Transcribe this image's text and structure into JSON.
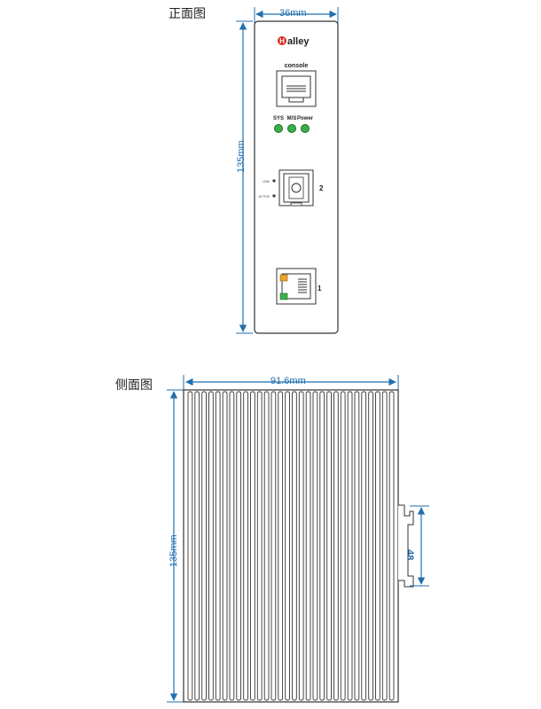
{
  "front_view": {
    "title": "正面图",
    "width_label": "36mm",
    "height_label": "135mm",
    "brand": "Halley",
    "console_label": "console",
    "led_labels": {
      "sys": "SYS",
      "ms": "M/S",
      "power": "Power"
    },
    "fiber_led_labels": {
      "link": "LINK",
      "active": "ACTIVE"
    },
    "port2_label": "2",
    "port1_label": "1"
  },
  "side_view": {
    "title": "侧面图",
    "width_label": "91.6mm",
    "height_label": "135mm",
    "rail_label": "48"
  },
  "colors": {
    "dimension": "#1f6fb0",
    "led_green": "#3bb04a",
    "brand_red": "#d9261c",
    "port_orange": "#f0a030",
    "outline": "#333333"
  }
}
